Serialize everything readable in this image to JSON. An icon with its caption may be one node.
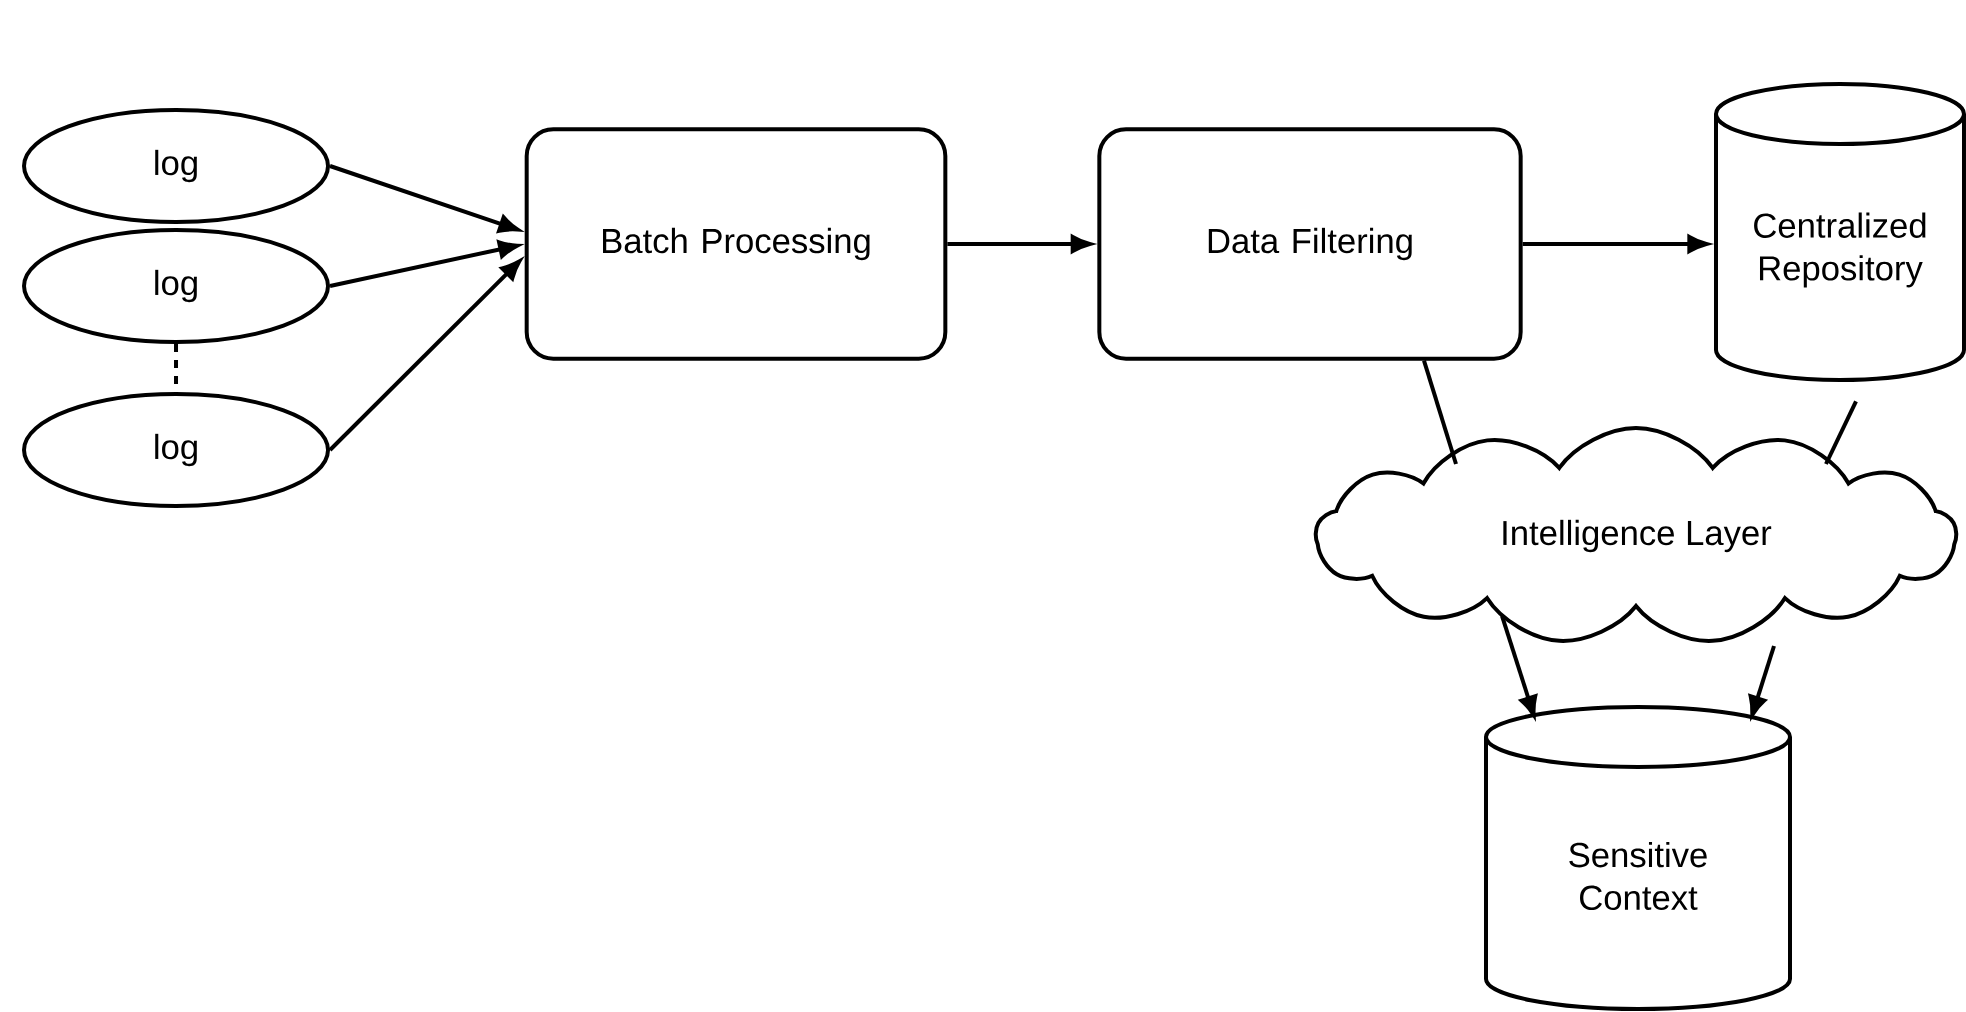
{
  "diagram": {
    "nodes": [
      {
        "text": [
          "log"
        ]
      },
      {
        "text": [
          "log"
        ]
      },
      {
        "text": [
          "log"
        ]
      },
      {
        "text": [
          "Batch Processing"
        ]
      },
      {
        "text": [
          "Data Filtering"
        ]
      },
      {
        "text": [
          "Centralized Repository"
        ]
      },
      {
        "text": [
          "Intelligence Layer"
        ]
      },
      {
        "text": [
          "Sensitive Context"
        ]
      }
    ],
    "edges": [
      {
        "from": 0,
        "to": 3,
        "arrow": "to"
      },
      {
        "from": 1,
        "to": 3,
        "arrow": "to"
      },
      {
        "from": 2,
        "to": 3,
        "arrow": "to"
      },
      {
        "from": 1,
        "to": 2,
        "arrow": "none",
        "style": "dashed"
      },
      {
        "from": 3,
        "to": 4,
        "arrow": "to"
      },
      {
        "from": 4,
        "to": 5,
        "arrow": "to"
      },
      {
        "from": 4,
        "to": 6,
        "arrow": "none"
      },
      {
        "from": 5,
        "to": 6,
        "arrow": "none"
      },
      {
        "from": 6,
        "to": 7,
        "arrow": "to"
      },
      {
        "from": 6,
        "to": 7,
        "arrow": "to"
      }
    ]
  }
}
